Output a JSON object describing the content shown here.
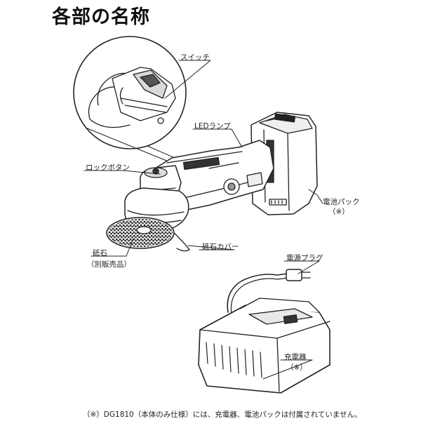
{
  "title": "各部の名称",
  "labels": {
    "switch": "スイッチ",
    "led_lamp": "LEDランプ",
    "lock_button": "ロックボタン",
    "battery_pack": "電池パック",
    "battery_note": "（※）",
    "wheel": "砥石",
    "wheel_note": "（別販売品）",
    "wheel_cover": "砥石カバー",
    "power_plug": "電源プラグ",
    "charger": "充電器",
    "charger_note": "（※）"
  },
  "footnote": "（※）DG1810（本体のみ仕様）には、充電器、電池パックは付属されていません。"
}
